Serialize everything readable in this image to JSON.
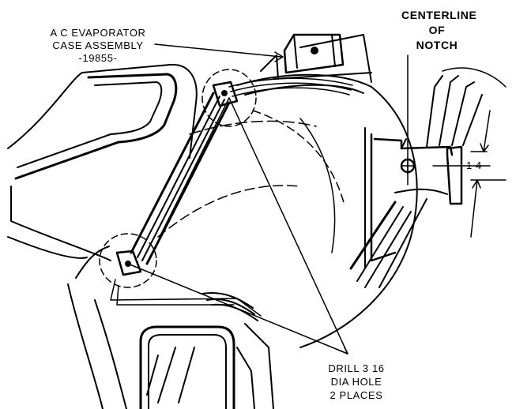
{
  "labels": {
    "evaporator": {
      "line1": "A C EVAPORATOR",
      "line2": "CASE ASSEMBLY",
      "line3": "-19855-"
    },
    "centerline": {
      "line1": "CENTERLINE",
      "line2": "OF",
      "line3": "NOTCH"
    },
    "dimension": "1 4",
    "drill": {
      "line1": "DRILL 3 16",
      "line2": "DIA  HOLE",
      "line3": "2 PLACES"
    }
  },
  "colors": {
    "ink": "#000000",
    "paper": "#ffffff"
  }
}
